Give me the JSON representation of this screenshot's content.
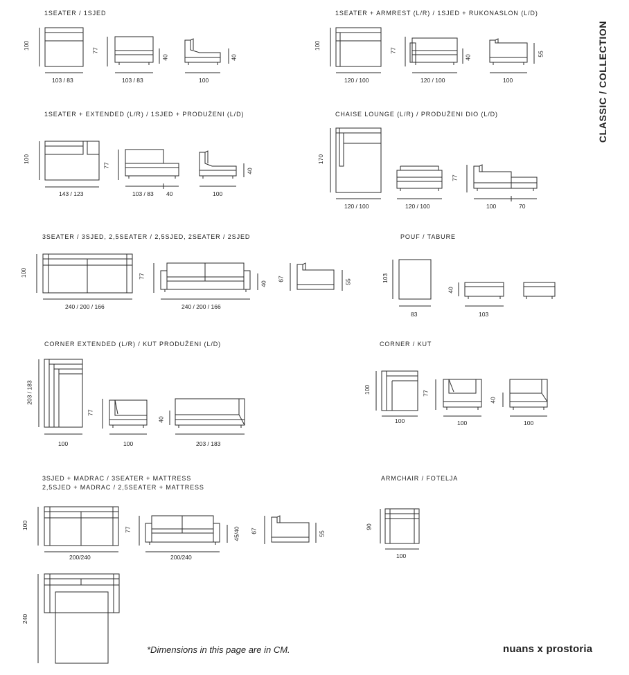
{
  "side_title": "CLASSIC / COLLECTION",
  "footer": {
    "note": "*Dimensions in this page are in CM.",
    "brand": "nuans x prostoria"
  },
  "sections": {
    "s1": {
      "title": "1SEATER / 1SJED",
      "dims": [
        "100",
        "103 / 83",
        "77",
        "103 / 83",
        "40",
        "100",
        "40"
      ]
    },
    "s2": {
      "title": "1SEATER + ARMREST (L/R) / 1SJED + RUKONASLON (L/D)",
      "dims": [
        "100",
        "120 / 100",
        "77",
        "120 / 100",
        "40",
        "100",
        "55"
      ]
    },
    "s3": {
      "title": "1SEATER + EXTENDED (L/R) / 1SJED + PRODUŽENI (L/D)",
      "dims": [
        "100",
        "143 / 123",
        "77",
        "103 / 83",
        "40",
        "100",
        "40"
      ]
    },
    "s4": {
      "title": "CHAISE LOUNGE (L/R) / PRODUŽENI DIO (L/D)",
      "dims": [
        "170",
        "120 / 100",
        "120 / 100",
        "77",
        "100",
        "70"
      ]
    },
    "s5": {
      "title": "3SEATER / 3SJED, 2,5SEATER / 2,5SJED, 2SEATER / 2SJED",
      "dims": [
        "100",
        "240 / 200 / 166",
        "77",
        "240 / 200 / 166",
        "40",
        "67",
        "55"
      ]
    },
    "s6": {
      "title": "POUF / TABURE",
      "dims": [
        "103",
        "83",
        "40",
        "103"
      ]
    },
    "s7": {
      "title": "CORNER EXTENDED (L/R) / KUT PRODUŽENI (L/D)",
      "dims": [
        "203 / 183",
        "100",
        "77",
        "100",
        "40",
        "203 / 183"
      ]
    },
    "s8": {
      "title": "CORNER / KUT",
      "dims": [
        "100",
        "100",
        "77",
        "100",
        "40",
        "100"
      ]
    },
    "s9": {
      "title": "3SJED + MADRAC / 3SEATER + MATTRESS",
      "title2": "2,5SJED + MADRAC / 2,5SEATER + MATTRESS",
      "dims": [
        "100",
        "200/240",
        "77",
        "200/240",
        "45/40",
        "67",
        "55",
        "240"
      ]
    },
    "s10": {
      "title": "ARMCHAIR / FOTELJA",
      "dims": [
        "90",
        "100"
      ]
    }
  }
}
